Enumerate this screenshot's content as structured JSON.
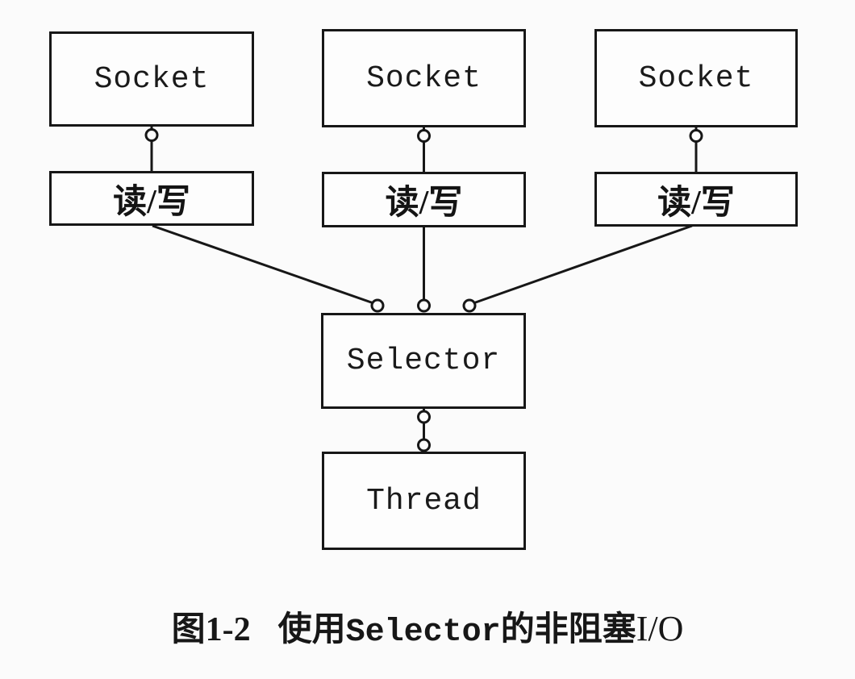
{
  "diagram": {
    "sockets": [
      {
        "id": "socket-1",
        "label": "Socket"
      },
      {
        "id": "socket-2",
        "label": "Socket"
      },
      {
        "id": "socket-3",
        "label": "Socket"
      }
    ],
    "io_boxes": [
      {
        "id": "readwrite-1",
        "label": "读/写"
      },
      {
        "id": "readwrite-2",
        "label": "读/写"
      },
      {
        "id": "readwrite-3",
        "label": "读/写"
      }
    ],
    "selector": {
      "label": "Selector"
    },
    "thread": {
      "label": "Thread"
    },
    "edges": [
      "socket-1 -> readwrite-1",
      "socket-2 -> readwrite-2",
      "socket-3 -> readwrite-3",
      "readwrite-1 -> selector",
      "readwrite-2 -> selector",
      "readwrite-3 -> selector",
      "selector -> thread"
    ]
  },
  "caption": {
    "figure_number": "图1-2",
    "text_pre": "使用",
    "code": "Selector",
    "text_post": "的非阻塞",
    "io": "I/O"
  },
  "colors": {
    "ink": "#171717",
    "box_fill": "#fdfdfd",
    "background": "#fbfbfb"
  }
}
